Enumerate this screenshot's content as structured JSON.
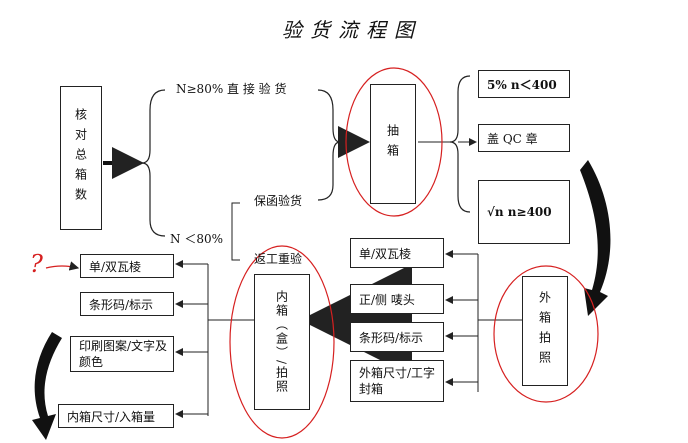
{
  "title": "验货流程图",
  "nodes": {
    "check_total": "核对总箱数",
    "sampling": "抽箱",
    "inner_box_photo": "内箱（盒）/拍照",
    "outer_box_photo": "外箱拍照",
    "aql": "5%   n＜400",
    "qc_stamp": "盖 QC 章",
    "sqrt_n": "√n   n≥400",
    "right_single_double": "单/双瓦棱",
    "right_marks": "正/侧  唛头",
    "right_barcode": "条形码/标示",
    "right_size": "外箱尺寸/工字封箱",
    "left_single_double": "单/双瓦棱",
    "left_barcode": "条形码/标示",
    "left_print": "印刷图案/文字及颜色",
    "left_inner_size": "内箱尺寸/入箱量"
  },
  "branches": {
    "upper": "N≥80%  直 接 验 货",
    "lower": "N  ＜80%",
    "sealed": "保函验货",
    "return": "返工重验"
  },
  "annotation": "?",
  "colors": {
    "annotation_red": "#d62020",
    "line": "#222222"
  }
}
